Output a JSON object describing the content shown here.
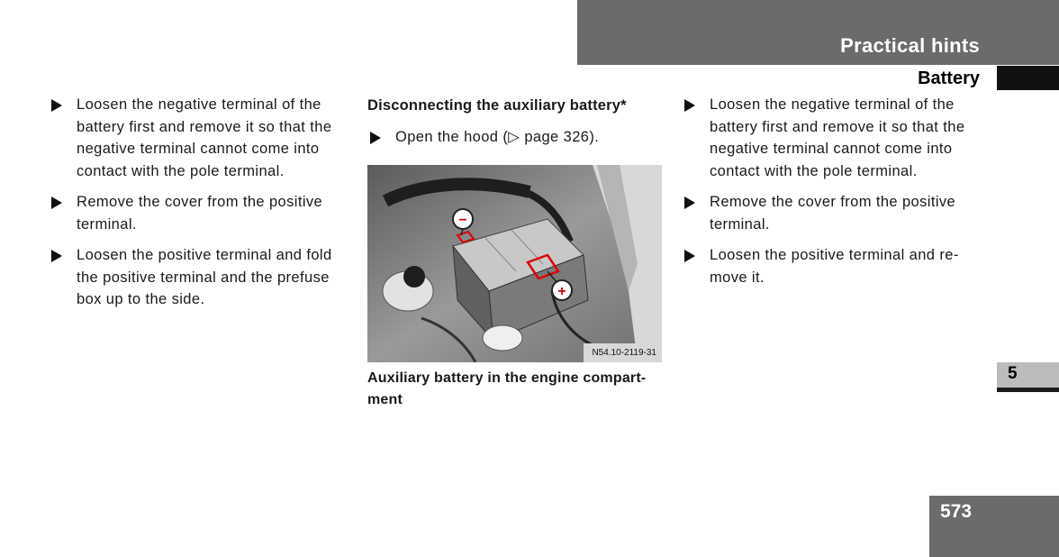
{
  "header": {
    "section_title": "Practical hints",
    "sub_title": "Battery"
  },
  "chapter": "5",
  "page_number": "573",
  "left_column": {
    "steps": [
      "Loosen the negative terminal of the battery first and remove it so that the negative terminal cannot come into contact with the pole terminal.",
      "Remove the cover from the positive terminal.",
      "Loosen the positive terminal and fold the positive terminal and the prefuse box up to the side."
    ]
  },
  "middle_column": {
    "heading": "Disconnecting the auxiliary battery*",
    "step": "Open the hood (▷ page 326).",
    "figure_label": "N54.10-2119-31",
    "figure_minus": "−",
    "figure_plus": "+",
    "caption": "Auxiliary battery in the engine compart-ment"
  },
  "right_column": {
    "steps": [
      "Loosen the negative terminal of the battery first and remove it so that the negative terminal cannot come into contact with the pole terminal.",
      "Remove the cover from the positive terminal.",
      "Loosen the positive terminal and re-move it."
    ]
  }
}
